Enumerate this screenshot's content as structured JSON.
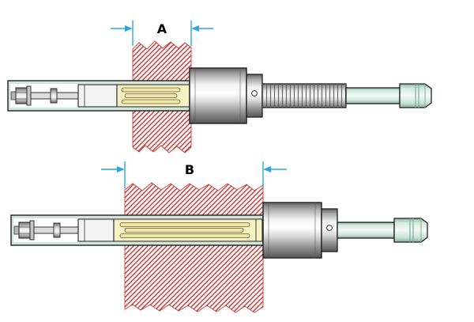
{
  "diagram": {
    "type": "technical-illustration",
    "description": "Expansion anchor setting tool shown inserted through a wall cross-section at two embedment depths",
    "views": [
      {
        "id": "top",
        "dimension_label": "A"
      },
      {
        "id": "bottom",
        "dimension_label": "B"
      }
    ]
  },
  "colors": {
    "background": "#ffffff",
    "hatch_red": "#d03a32",
    "dimension_blue": "#2ba7de",
    "label_text": "#000000",
    "metal_gray": "#9a9a9a",
    "sleeve_yellow": "#f7f2c6",
    "shaft_teal": "#cfe7db",
    "outline": "#1f1f1f"
  }
}
